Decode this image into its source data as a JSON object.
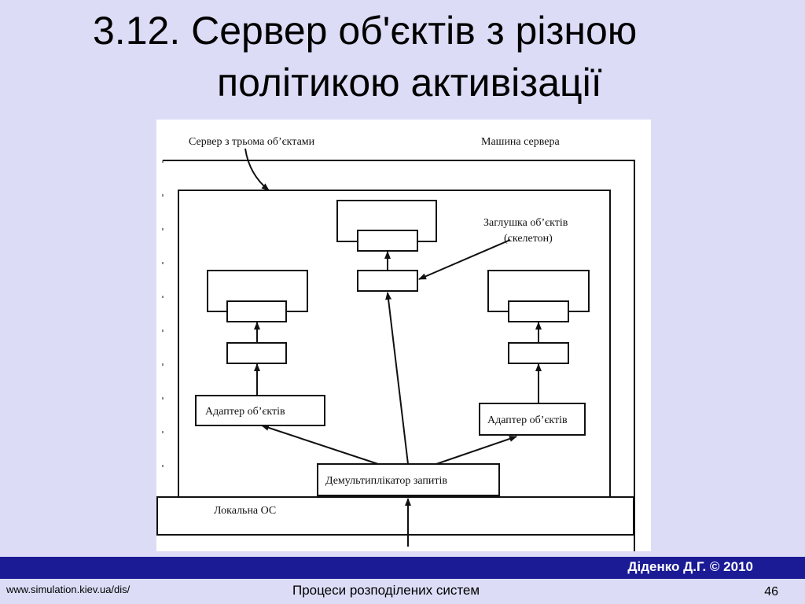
{
  "slide": {
    "title_line1": "3.12. Сервер об'єктів з різною",
    "title_line2": "політикою активізації",
    "author": "Діденко Д.Г. © 2010",
    "url": "www.simulation.kiev.ua/dis/",
    "course": "Процеси розподілених систем",
    "page_number": "46"
  },
  "diagram": {
    "label_server_three_objects": "Сервер з трьома об’єктами",
    "label_server_machine": "Машина сервера",
    "label_skeleton_line1": "Заглушка об’єктів",
    "label_skeleton_line2": "(скелетон)",
    "label_adapter_left": "Адаптер об’єктів",
    "label_adapter_right": "Адаптер об’єктів",
    "label_demux": "Демультиплікатор запитів",
    "label_local_os": "Локальна ОС"
  },
  "colors": {
    "background": "#dcdcf6",
    "footer_bar": "#1b1b96",
    "footer_text": "#ffffff"
  }
}
